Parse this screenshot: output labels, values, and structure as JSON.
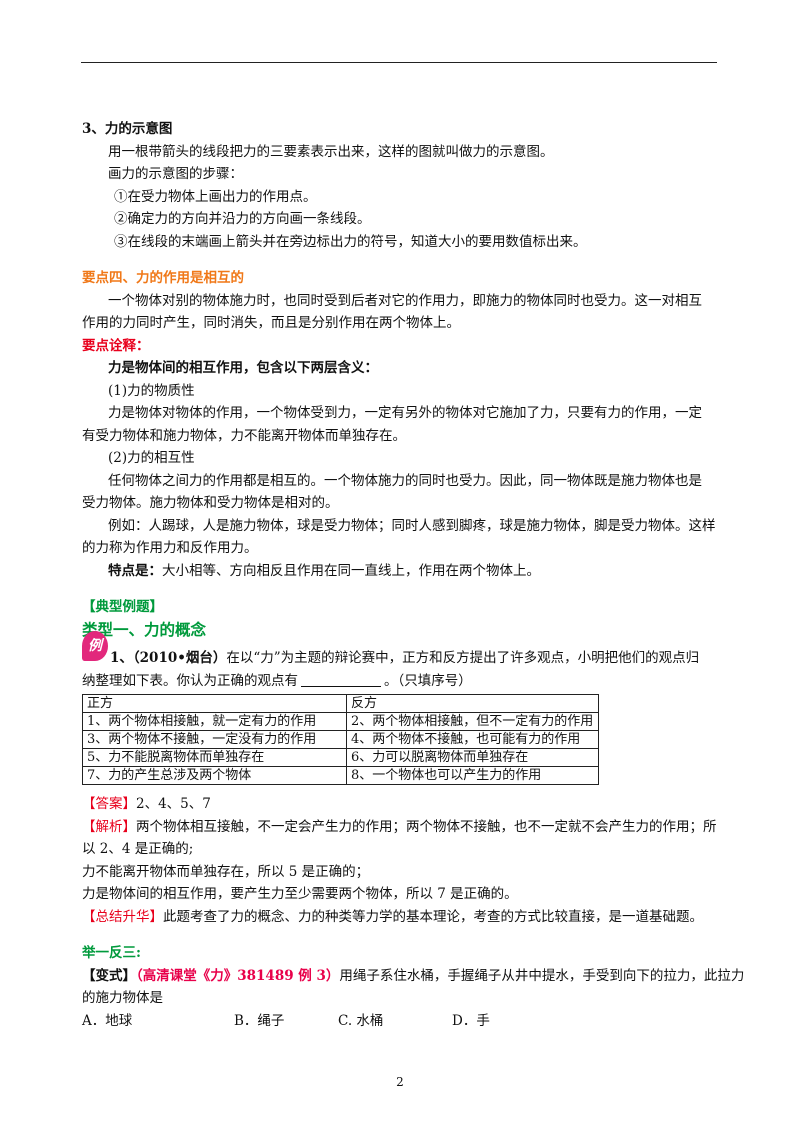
{
  "sec3": {
    "title": "3、力的示意图",
    "p1": "用一根带箭头的线段把力的三要素表示出来，这样的图就叫做力的示意图。",
    "p2": "画力的示意图的步骤：",
    "step1": "①在受力物体上画出力的作用点。",
    "step2": "②确定力的方向并沿力的方向画一条线段。",
    "step3": "③在线段的末端画上箭头并在旁边标出力的符号，知道大小的要用数值标出来。"
  },
  "sec4": {
    "title": "要点四、力的作用是相互的",
    "p1a": "一个物体对别的物体施力时，也同时受到后者对它的作用力，即施力的物体同时也受力。这一对相互",
    "p1b": "作用的力同时产生，同时消失，而且是分别作用在两个物体上。",
    "explain_label": "要点诠释：",
    "lead": "力是物体间的相互作用，包含以下两层含义：",
    "h1": "(1)力的物质性",
    "t1a": "力是物体对物体的作用，一个物体受到力，一定有另外的物体对它施加了力，只要有力的作用，一定",
    "t1b": "有受力物体和施力物体，力不能离开物体而单独存在。",
    "h2": "(2)力的相互性",
    "t2a": "任何物体之间力的作用都是相互的。一个物体施力的同时也受力。因此，同一物体既是施力物体也是",
    "t2b": "受力物体。施力物体和受力物体是相对的。",
    "t3a": "例如：人踢球，人是施力物体，球是受力物体；同时人感到脚疼，球是施力物体，脚是受力物体。这样",
    "t3b": "的力称为作用力和反作用力。",
    "feature_label": "特点是：",
    "feature_text": "大小相等、方向相反且作用在同一直线上，作用在两个物体上。"
  },
  "examples": {
    "title": "【典型例题】",
    "type1": "类型一、力的概念",
    "badge": "例",
    "q_num": "1、",
    "q_src": "（2010•烟台）",
    "q_line1": "在以“力”为主题的辩论赛中，正方和反方提出了许多观点，小明把他们的观点归",
    "q_line2a": "纳整理如下表。你认为正确的观点有",
    "q_line2b": "。（只填序号）",
    "table": {
      "headers": [
        "正方",
        "反方"
      ],
      "rows": [
        [
          "1、两个物体相接触，就一定有力的作用",
          "2、两个物体相接触，但不一定有力的作用"
        ],
        [
          "3、两个物体不接触，一定没有力的作用",
          "4、两个物体不接触，也可能有力的作用"
        ],
        [
          "5、力不能脱离物体而单独存在",
          "6、力可以脱离物体而单独存在"
        ],
        [
          "7、力的产生总涉及两个物体",
          "8、一个物体也可以产生力的作用"
        ]
      ]
    },
    "answer_label": "【答案】",
    "answer": "2、4、5、7",
    "analysis_label": "【解析】",
    "analysis1": "两个物体相互接触，不一定会产生力的作用；两个物体不接触，也不一定就不会产生力的作用；所",
    "analysis2": "以 2、4 是正确的;",
    "analysis3": "力不能离开物体而单独存在，所以 5 是正确的；",
    "analysis4": "力是物体间的相互作用，要产生力至少需要两个物体，所以 7 是正确的。",
    "summary_label": "【总结升华】",
    "summary": "此题考查了力的概念、力的种类等力学的基本理论，考查的方式比较直接，是一道基础题。",
    "practice_title": "举一反三:",
    "var_open": "【变式】",
    "var_src": "（高清课堂《力》381489 例 3）",
    "var_q1": "用绳子系住水桶，手握绳子从井中提水，手受到向下的拉力，此拉力",
    "var_q2": "的施力物体是",
    "choices": [
      "A．地球",
      "B．绳子",
      "C. 水桶",
      "D．手"
    ]
  },
  "page_number": "2"
}
